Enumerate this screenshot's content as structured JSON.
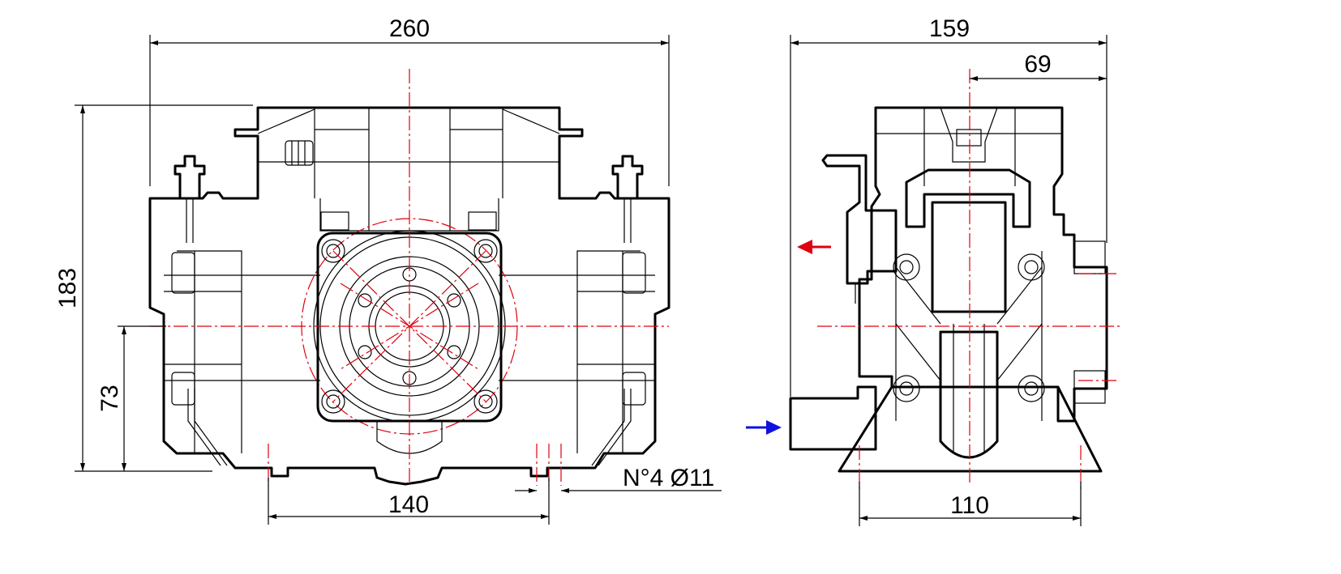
{
  "dimensions": {
    "width_front": "260",
    "height_total": "183",
    "shaft_height": "73",
    "foot_spacing_front": "140",
    "holes_note": "N°4 Ø11",
    "depth_side": "159",
    "shaft_offset_side": "69",
    "foot_spacing_side": "110"
  },
  "colors": {
    "centerline": "#e0000f",
    "outlet_arrow": "#e0000f",
    "inlet_arrow": "#1010e0",
    "lines": "#000000"
  },
  "icons": {
    "outlet": "arrow-left-icon",
    "inlet": "arrow-right-icon"
  }
}
